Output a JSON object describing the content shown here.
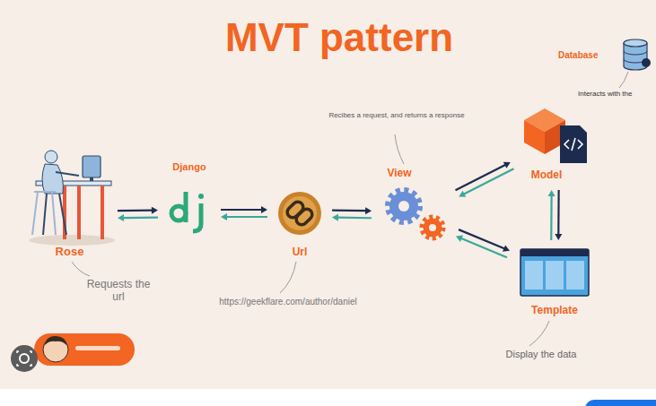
{
  "diagram": {
    "title": "MVT pattern",
    "nodes": [
      {
        "text": [
          "Rose",
          "Requests the url"
        ]
      },
      {
        "text": [
          "Django"
        ]
      },
      {
        "text": [
          "Url",
          "https://geekflare.com/author/daniel"
        ]
      },
      {
        "text": [
          "View",
          "Recibes a request, and returns a response"
        ]
      },
      {
        "text": [
          "Model"
        ]
      },
      {
        "text": [
          "Template",
          "Display the data"
        ]
      },
      {
        "text": [
          "Database",
          "Interacts with the"
        ]
      }
    ],
    "edges": [
      {
        "from": 0,
        "to": 1,
        "arrow": "to"
      },
      {
        "from": 1,
        "to": 0,
        "arrow": "to"
      },
      {
        "from": 1,
        "to": 2,
        "arrow": "to"
      },
      {
        "from": 2,
        "to": 1,
        "arrow": "to"
      },
      {
        "from": 2,
        "to": 3,
        "arrow": "to"
      },
      {
        "from": 3,
        "to": 2,
        "arrow": "to"
      },
      {
        "from": 3,
        "to": 4,
        "arrow": "to"
      },
      {
        "from": 4,
        "to": 3,
        "arrow": "to"
      },
      {
        "from": 3,
        "to": 5,
        "arrow": "to"
      },
      {
        "from": 5,
        "to": 3,
        "arrow": "to"
      },
      {
        "from": 4,
        "to": 5,
        "arrow": "to"
      },
      {
        "from": 5,
        "to": 4,
        "arrow": "to"
      }
    ]
  }
}
